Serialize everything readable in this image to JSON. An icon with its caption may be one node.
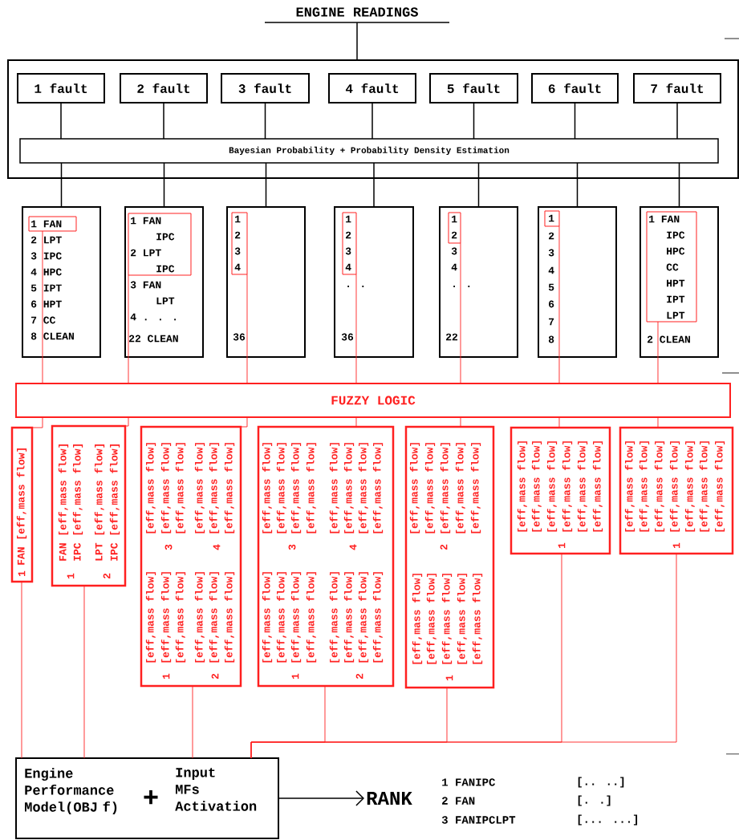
{
  "diagram": {
    "nodes": [
      {
        "text": [
          "ENGINE READINGS"
        ]
      },
      {
        "text": [],
        "shape": "box"
      },
      {
        "text": [
          "1 fault"
        ],
        "in": 1
      },
      {
        "text": [
          "2 fault"
        ],
        "in": 1
      },
      {
        "text": [
          "3 fault"
        ],
        "in": 1
      },
      {
        "text": [
          "4 fault"
        ],
        "in": 1
      },
      {
        "text": [
          "5 fault"
        ],
        "in": 1
      },
      {
        "text": [
          "6 fault"
        ],
        "in": 1
      },
      {
        "text": [
          "7 fault"
        ],
        "in": 1
      },
      {
        "text": [
          "Bayesian Probability + Probability Density Estimation"
        ],
        "in": 1
      },
      {
        "text": [
          "2 LPT",
          "3 IPC",
          "4 HPC",
          "5 IPT",
          "6 HPT",
          "7 CC",
          "8 CLEAN"
        ]
      },
      {
        "text": [
          "1 FAN"
        ],
        "in": 10
      },
      {
        "text": [
          "3 FAN",
          "LPT",
          "4 . . .",
          "22 CLEAN"
        ]
      },
      {
        "text": [
          "1 FAN",
          "IPC",
          "2 LPT",
          "IPC"
        ],
        "in": 12
      },
      {
        "text": [
          "36"
        ]
      },
      {
        "text": [
          "1",
          "2",
          "3",
          "4"
        ],
        "in": 14
      },
      {
        "text": [
          ". .",
          "36"
        ]
      },
      {
        "text": [
          "1",
          "2",
          "3",
          "4"
        ],
        "in": 16
      },
      {
        "text": [
          "3",
          "4",
          ". .",
          "22"
        ]
      },
      {
        "text": [
          "1",
          "2"
        ],
        "in": 18
      },
      {
        "text": [
          "2",
          "3",
          "4",
          "5",
          "6",
          "7",
          "8"
        ]
      },
      {
        "text": [
          "1"
        ],
        "in": 20
      },
      {
        "text": [
          "2 CLEAN"
        ]
      },
      {
        "text": [
          "1 FAN",
          "IPC",
          "HPC",
          "CC",
          "HPT",
          "IPT",
          "LPT"
        ],
        "in": 22
      },
      {
        "text": [
          "FUZZY LOGIC"
        ]
      },
      {
        "text": [
          "1",
          "FAN [eff,mass flow]"
        ]
      },
      {
        "text": [
          "1",
          "FAN [eff,mass flow]",
          "IPC [eff,mass flow]",
          "2",
          "LPT [eff,mass flow]",
          "IPC [eff,mass flow]"
        ]
      },
      {
        "text": [
          "1",
          "[eff,mass flow]",
          "[eff,mass flow]",
          "[eff,mass flow]",
          "2",
          "[eff,mass flow]",
          "[eff,mass flow]",
          "[eff,mass flow]",
          "3",
          "[eff,mass flow]",
          "[eff,mass flow]",
          "[eff,mass flow]",
          "4",
          "[eff,mass flow]",
          "[eff,mass flow]",
          "[eff,mass flow]"
        ]
      },
      {
        "text": [
          "1",
          "[eff,mass flow]",
          "[eff,mass flow]",
          "[eff,mass flow]",
          "[eff,mass flow]",
          "2",
          "[eff,mass flow]",
          "[eff,mass flow]",
          "[eff,mass flow]",
          "[eff,mass flow]",
          "3",
          "[eff,mass flow]",
          "[eff,mass flow]",
          "[eff,mass flow]",
          "[eff,mass flow]",
          "4",
          "[eff,mass flow]",
          "[eff,mass flow]",
          "[eff,mass flow]",
          "[eff,mass flow]"
        ]
      },
      {
        "text": [
          "1",
          "[eff,mass flow]",
          "[eff,mass flow]",
          "[eff,mass flow]",
          "[eff,mass flow]",
          "[eff,mass flow]",
          "2",
          "[eff,mass flow]",
          "[eff,mass flow]",
          "[eff,mass flow]",
          "[eff,mass flow]",
          "[eff,mass flow]"
        ]
      },
      {
        "text": [
          "1",
          "[eff,mass flow]",
          "[eff,mass flow]",
          "[eff,mass flow]",
          "[eff,mass flow]",
          "[eff,mass flow]",
          "[eff,mass flow]"
        ]
      },
      {
        "text": [
          "1",
          "[eff,mass flow]",
          "[eff,mass flow]",
          "[eff,mass flow]",
          "[eff,mass flow]",
          "[eff,mass flow]",
          "[eff,mass flow]",
          "[eff,mass flow]"
        ]
      },
      {
        "text": [
          "Engine Performance Model(OBJ f)",
          "+",
          "Input MFs Activation"
        ]
      },
      {
        "text": [
          "RANK"
        ]
      }
    ],
    "edges": [
      {
        "from": 0,
        "to": 1,
        "arrow": "none",
        "color": "#000000"
      },
      {
        "from": 2,
        "to": 9,
        "arrow": "none",
        "color": "#000000"
      },
      {
        "from": 3,
        "to": 9,
        "arrow": "none",
        "color": "#000000"
      },
      {
        "from": 4,
        "to": 9,
        "arrow": "none",
        "color": "#000000"
      },
      {
        "from": 5,
        "to": 9,
        "arrow": "none",
        "color": "#000000"
      },
      {
        "from": 6,
        "to": 9,
        "arrow": "none",
        "color": "#000000"
      },
      {
        "from": 7,
        "to": 9,
        "arrow": "none",
        "color": "#000000"
      },
      {
        "from": 8,
        "to": 9,
        "arrow": "none",
        "color": "#000000"
      },
      {
        "from": 9,
        "to": 10,
        "arrow": "none",
        "color": "#000000"
      },
      {
        "from": 9,
        "to": 12,
        "arrow": "none",
        "color": "#000000"
      },
      {
        "from": 9,
        "to": 14,
        "arrow": "none",
        "color": "#000000"
      },
      {
        "from": 9,
        "to": 16,
        "arrow": "none",
        "color": "#000000"
      },
      {
        "from": 9,
        "to": 18,
        "arrow": "none",
        "color": "#000000"
      },
      {
        "from": 9,
        "to": 20,
        "arrow": "none",
        "color": "#000000"
      },
      {
        "from": 9,
        "to": 22,
        "arrow": "none",
        "color": "#000000"
      },
      {
        "from": 11,
        "to": 24,
        "arrow": "none"
      },
      {
        "from": 13,
        "to": 24,
        "arrow": "none"
      },
      {
        "from": 15,
        "to": 24,
        "arrow": "none"
      },
      {
        "from": 17,
        "to": 24,
        "arrow": "none"
      },
      {
        "from": 19,
        "to": 24,
        "arrow": "none"
      },
      {
        "from": 21,
        "to": 24,
        "arrow": "none"
      },
      {
        "from": 23,
        "to": 24,
        "arrow": "none"
      },
      {
        "from": 24,
        "to": 25,
        "arrow": "none"
      },
      {
        "from": 24,
        "to": 26,
        "arrow": "none"
      },
      {
        "from": 24,
        "to": 27,
        "arrow": "none"
      },
      {
        "from": 24,
        "to": 28,
        "arrow": "none"
      },
      {
        "from": 24,
        "to": 29,
        "arrow": "none"
      },
      {
        "from": 24,
        "to": 30,
        "arrow": "none"
      },
      {
        "from": 24,
        "to": 31,
        "arrow": "none"
      },
      {
        "from": 25,
        "to": 32,
        "arrow": "none"
      },
      {
        "from": 26,
        "to": 32,
        "arrow": "none"
      },
      {
        "from": 27,
        "to": 32,
        "arrow": "none"
      },
      {
        "from": 28,
        "to": 32,
        "arrow": "none"
      },
      {
        "from": 29,
        "to": 32,
        "arrow": "none"
      },
      {
        "from": 30,
        "to": 32,
        "arrow": "none"
      },
      {
        "from": 31,
        "to": 32,
        "arrow": "none"
      },
      {
        "from": 32,
        "to": 33,
        "arrow": "to",
        "color": "#000000"
      }
    ],
    "labels": [
      "1 FANIPC",
      "[.. ..]",
      "2 FAN",
      "[. .]",
      "3 FANIPCLPT",
      "[... ...]"
    ]
  }
}
